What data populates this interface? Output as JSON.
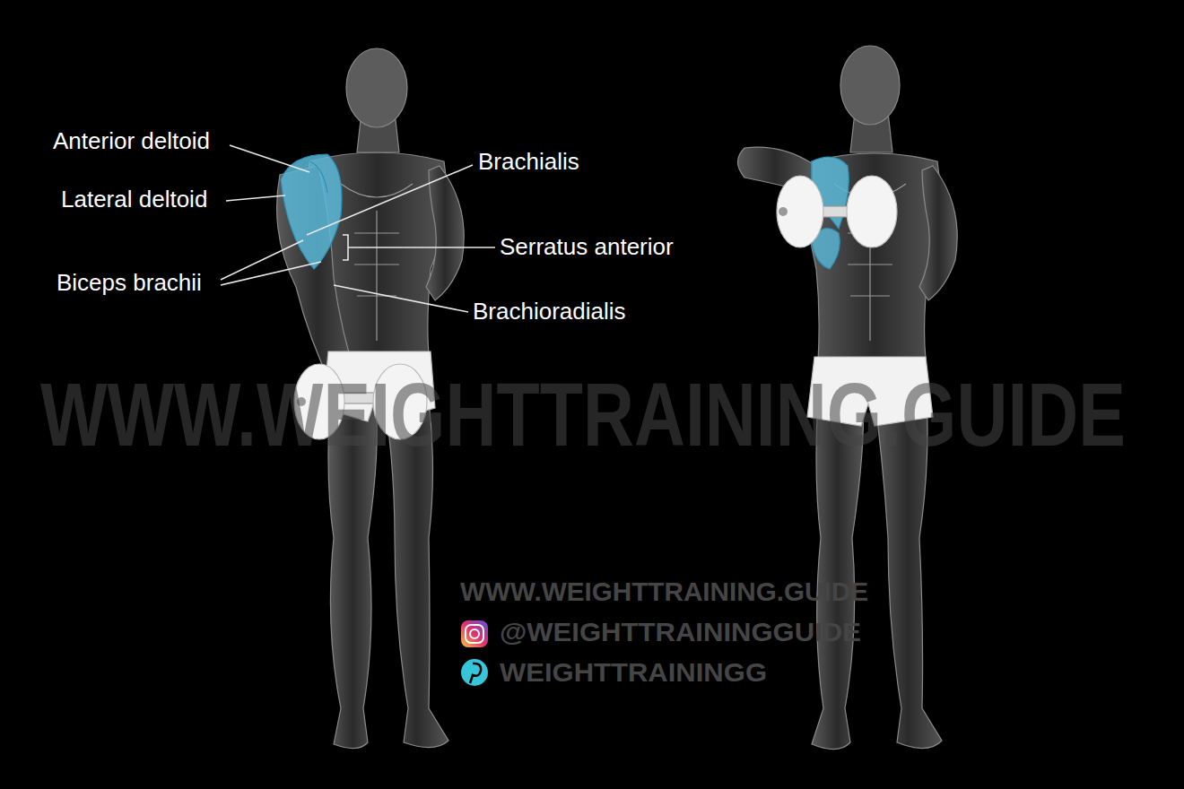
{
  "diagram": {
    "labels": [
      "Anterior deltoid",
      "Lateral deltoid",
      "Biceps brachii",
      "Brachialis",
      "Serratus anterior",
      "Brachioradialis",
      "WWW.WEIGHTTRAINING.GUIDE",
      "WWW.WEIGHTTRAINING.GUIDE",
      "@WEIGHTTRAININGGUIDE",
      "WEIGHTTRAININGG"
    ]
  }
}
